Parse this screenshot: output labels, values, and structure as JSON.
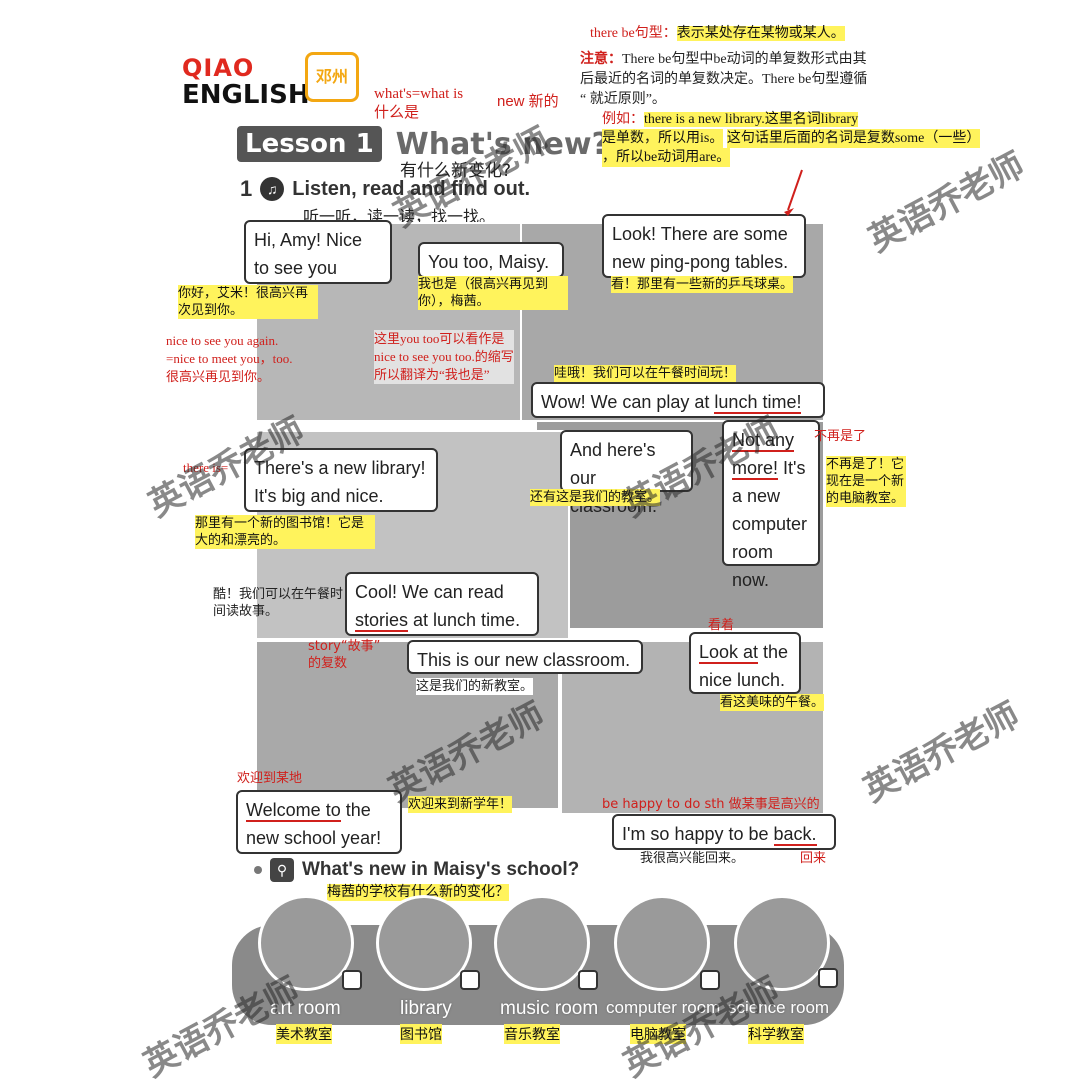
{
  "header": {
    "brand_line1": "QIAO",
    "brand_line2": "ENGLISH",
    "city_badge": "邓州",
    "lesson_num": "Lesson 1",
    "lesson_title": "What's new?",
    "lesson_title_cn": "有什么新变化?",
    "whats_note": "what's=what is",
    "whats_note_cn": "什么是",
    "new_note": "new 新的"
  },
  "grammar": {
    "line1_prefix": "there be句型：",
    "line1_hl": "表示某处存在某物或某人。",
    "note_label": "注意：",
    "note_text_1": "There be句型中be动词的单复数形式由其",
    "note_text_2": "后最近的名词的单复数决定。There be句型遵循",
    "note_text_3": "“ 就近原则”。",
    "example_label": "例如：",
    "example_1": "there is a new library.这里名词library",
    "example_2": "是单数，所以用is。",
    "example_3": "这句话里后面的名词是复数some（一些）",
    "example_4": "，所以be动词用are。"
  },
  "activity": {
    "num": "1",
    "title": "Listen, read and find out.",
    "title_cn": "听一听，读一读，找一找。"
  },
  "bubbles": {
    "b1": "Hi, Amy! Nice to see you again.",
    "b2": "You too, Maisy.",
    "b3": "Look! There are some new ping-pong tables.",
    "b4": "Wow! We can play at lunch time!",
    "b5": "And here's our classroom.",
    "b6": "Not any more! It's a new computer room now.",
    "b7": "There's a new library! It's big and nice.",
    "b8": "Cool! We can read stories at lunch time.",
    "b9": "This is our new classroom.",
    "b10": "Look at the nice lunch.",
    "b11": "Welcome to the new school year!",
    "b12": "I'm so happy to be back."
  },
  "notes": {
    "n1": "你好，艾米！很高兴再次见到你。",
    "n2": "我也是（很高兴再见到你），梅茜。",
    "n3": "看！那里有一些新的乒乓球桌。",
    "n4a": "nice to see you again.",
    "n4b": "=nice to meet you，too.",
    "n4c": "很高兴再见到你。",
    "n5a": "这里you too可以看作是",
    "n5b": "nice to see you too.的缩写",
    "n5c": "所以翻译为“我也是”",
    "n6": "哇哦！我们可以在午餐时间玩！",
    "n7": "不再是了",
    "n8": "不再是了！它现在是一个新的电脑教室。",
    "n9": "there is=",
    "n10": "还有这是我们的教室。",
    "n11": "那里有一个新的图书馆！它是大的和漂亮的。",
    "n12": "酷！我们可以在午餐时间读故事。",
    "n13a": "story“故事”",
    "n13b": "的复数",
    "n14": "看着",
    "n15": "这是我们的新教室。",
    "n16": "看这美味的午餐。",
    "n17": "欢迎到某地",
    "n18": "欢迎来到新学年！",
    "n19": "be happy to do sth 做某事是高兴的",
    "n20": "我很高兴能回来。",
    "n21": "回来"
  },
  "question": {
    "title": "What's new in Maisy's school?",
    "title_cn": "梅茜的学校有什么新的变化？"
  },
  "rooms": [
    {
      "label": "art room",
      "cn": "美术教室"
    },
    {
      "label": "library",
      "cn": "图书馆"
    },
    {
      "label": "music room",
      "cn": "音乐教室"
    },
    {
      "label": "computer room",
      "cn": "电脑教室"
    },
    {
      "label": "science room",
      "cn": "科学教室"
    }
  ],
  "watermark": "英语乔老师",
  "colors": {
    "highlight": "#fff35c",
    "annotation_red": "#d0201c",
    "badge_orange": "#f3a712",
    "brand_red": "#e0291f"
  }
}
